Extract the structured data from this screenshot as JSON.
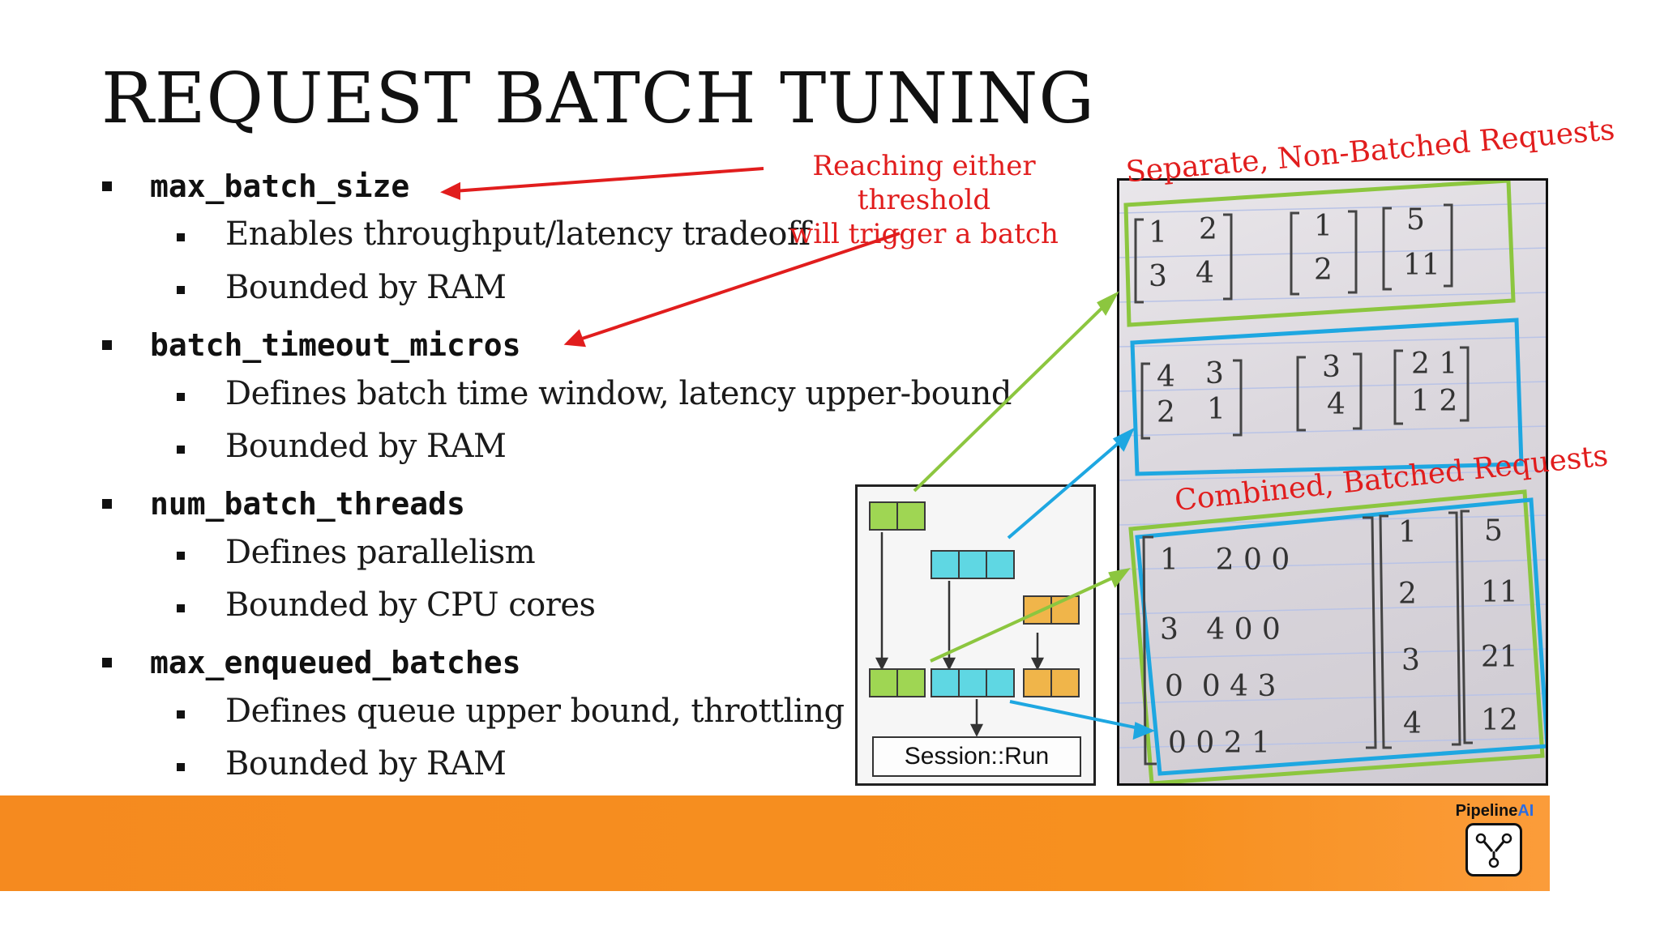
{
  "slide": {
    "title": "REQUEST BATCH TUNING",
    "params": [
      {
        "name": "max_batch_size",
        "subs": [
          "Enables throughput/latency tradeoff",
          "Bounded by RAM"
        ]
      },
      {
        "name": "batch_timeout_micros",
        "subs": [
          "Defines batch time window, latency upper-bound",
          "Bounded by RAM"
        ]
      },
      {
        "name": "num_batch_threads",
        "subs": [
          "Defines parallelism",
          "Bounded by CPU cores"
        ]
      },
      {
        "name": "max_enqueued_batches",
        "subs": [
          "Defines queue upper bound, throttling",
          "Bounded by RAM"
        ]
      }
    ],
    "annotation_threshold": [
      "Reaching either threshold",
      "will trigger a batch"
    ],
    "label_separate": "Separate, Non-Batched Requests",
    "label_combined": "Combined, Batched Requests",
    "session_label": "Session::Run",
    "logo": {
      "name": "Pipeline",
      "suffix": "AI"
    },
    "colors": {
      "orange": "#f58a1f",
      "red": "#e11d1d",
      "green": "#8cc63f",
      "blue": "#1ea7e1"
    }
  }
}
